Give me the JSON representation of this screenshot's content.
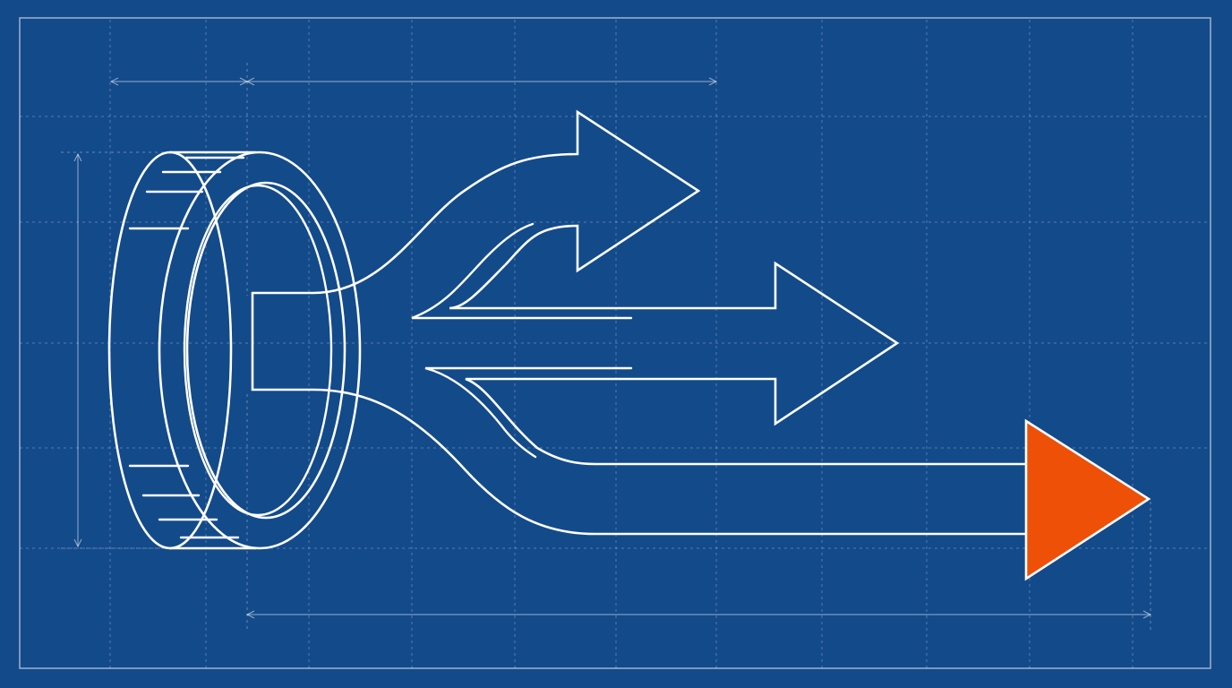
{
  "colors": {
    "background": "#134a8a",
    "line": "#ffffff",
    "accent": "#ee5008"
  },
  "diagram": {
    "subject": "coin",
    "outputs": [
      "arrow-up",
      "arrow-middle",
      "arrow-highlight"
    ],
    "highlighted_output": "arrow-highlight"
  }
}
